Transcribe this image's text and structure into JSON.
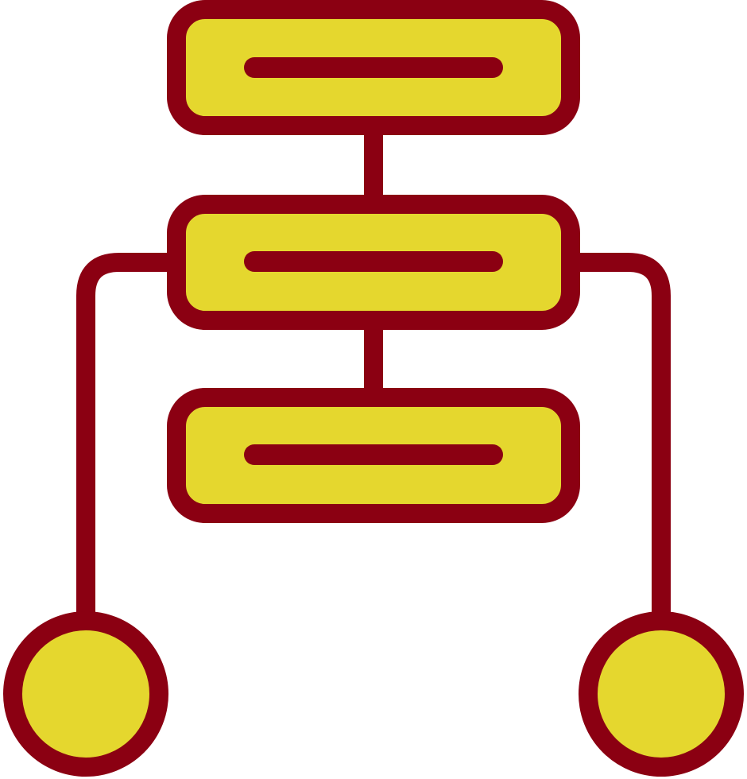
{
  "icon": {
    "name": "hierarchy-flowchart-icon",
    "colors": {
      "stroke": "#8B0012",
      "fill": "#E5D72E",
      "background": "#FFFFFF"
    },
    "nodes": [
      {
        "id": "node-1",
        "shape": "rounded-rect",
        "content": "text-line"
      },
      {
        "id": "node-2",
        "shape": "rounded-rect",
        "content": "text-line"
      },
      {
        "id": "node-3",
        "shape": "rounded-rect",
        "content": "text-line"
      },
      {
        "id": "endpoint-left",
        "shape": "circle"
      },
      {
        "id": "endpoint-right",
        "shape": "circle"
      }
    ]
  }
}
